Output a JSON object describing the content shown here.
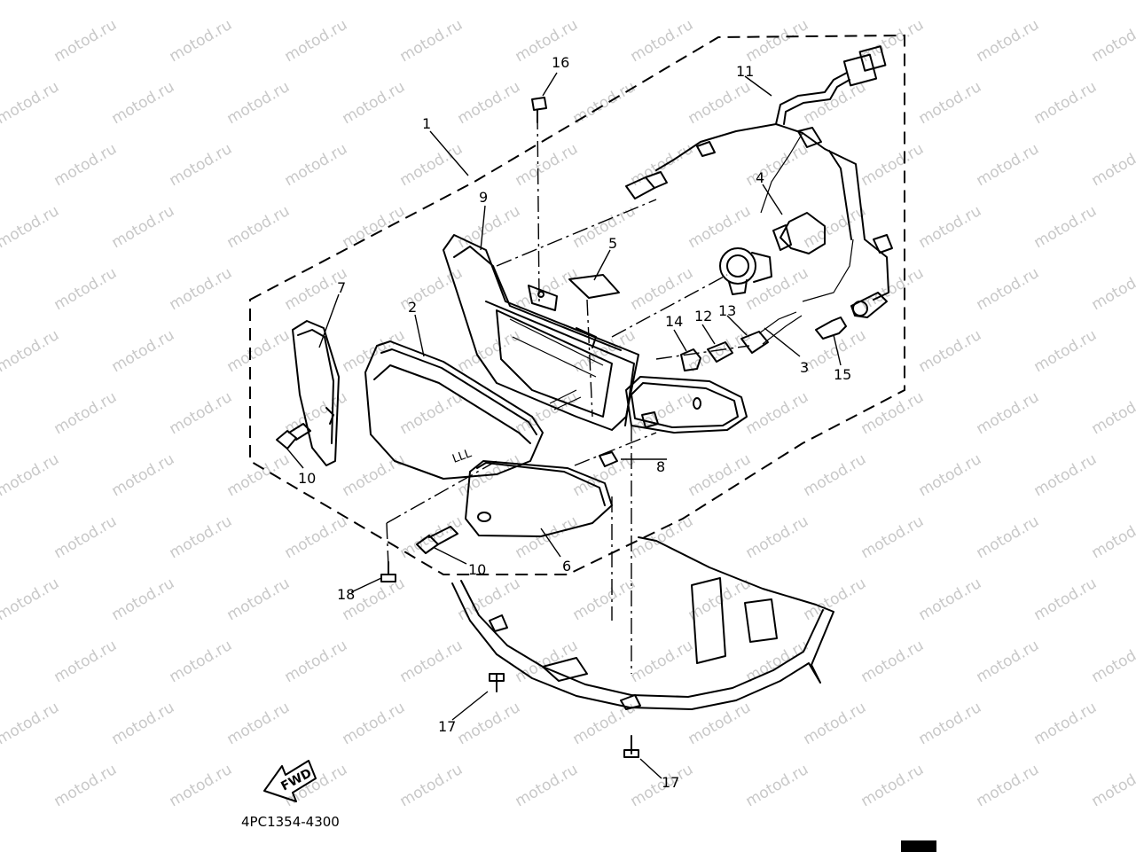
{
  "diagram": {
    "callouts": [
      {
        "id": "c1",
        "label": "1"
      },
      {
        "id": "c2",
        "label": "2"
      },
      {
        "id": "c3",
        "label": "3"
      },
      {
        "id": "c4",
        "label": "4"
      },
      {
        "id": "c5",
        "label": "5"
      },
      {
        "id": "c6",
        "label": "6"
      },
      {
        "id": "c7",
        "label": "7"
      },
      {
        "id": "c8",
        "label": "8"
      },
      {
        "id": "c9",
        "label": "9"
      },
      {
        "id": "c10a",
        "label": "10"
      },
      {
        "id": "c10b",
        "label": "10"
      },
      {
        "id": "c11",
        "label": "11"
      },
      {
        "id": "c12",
        "label": "12"
      },
      {
        "id": "c13",
        "label": "13"
      },
      {
        "id": "c14",
        "label": "14"
      },
      {
        "id": "c15",
        "label": "15"
      },
      {
        "id": "c16",
        "label": "16"
      },
      {
        "id": "c17a",
        "label": "17"
      },
      {
        "id": "c17b",
        "label": "17"
      },
      {
        "id": "c18",
        "label": "18"
      }
    ],
    "part_number": "4PC1354-4300",
    "fwd_label": "FWD",
    "lens_mark": "LLL",
    "watermark": "motod.ru"
  }
}
